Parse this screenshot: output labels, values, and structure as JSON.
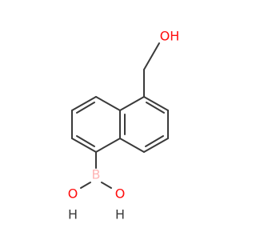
{
  "molecule": {
    "atoms": {
      "oh_top": "OH",
      "boron": "B",
      "o_left": "O",
      "h_left": "H",
      "o_right": "O",
      "h_right": "H"
    },
    "colors": {
      "bond": "#3a3a3a",
      "oxygen": "#ff0d0d",
      "boron": "#ffb5b5",
      "hydrogen": "#3a3a3a"
    }
  }
}
